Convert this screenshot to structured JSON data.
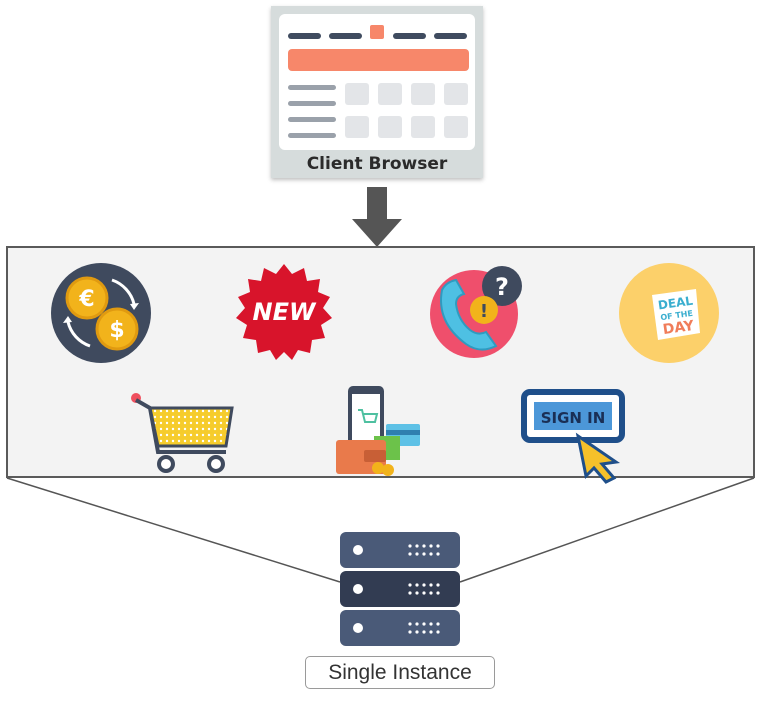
{
  "browser": {
    "label": "Client Browser"
  },
  "services": {
    "icons": [
      "currency-exchange-icon",
      "new-badge-icon",
      "phone-support-icon",
      "deal-of-the-day-icon",
      "shopping-cart-icon",
      "mobile-wallet-payment-icon",
      "sign-in-button-icon"
    ],
    "new_badge_text": "NEW",
    "deal_badge": {
      "line1": "DEAL",
      "line2": "OF THE",
      "line3": "DAY"
    },
    "sign_in_text": "SIGN IN",
    "currency_symbols": {
      "euro": "€",
      "dollar": "$"
    },
    "support_symbols": {
      "question": "?",
      "exclamation": "!"
    }
  },
  "server": {
    "label": "Single Instance"
  },
  "colors": {
    "accent_salmon": "#f7876a",
    "browser_bg": "#d6dcdc",
    "server_body": "#4a5a78",
    "server_dark": "#323c52",
    "arrow_gray": "#555555"
  }
}
